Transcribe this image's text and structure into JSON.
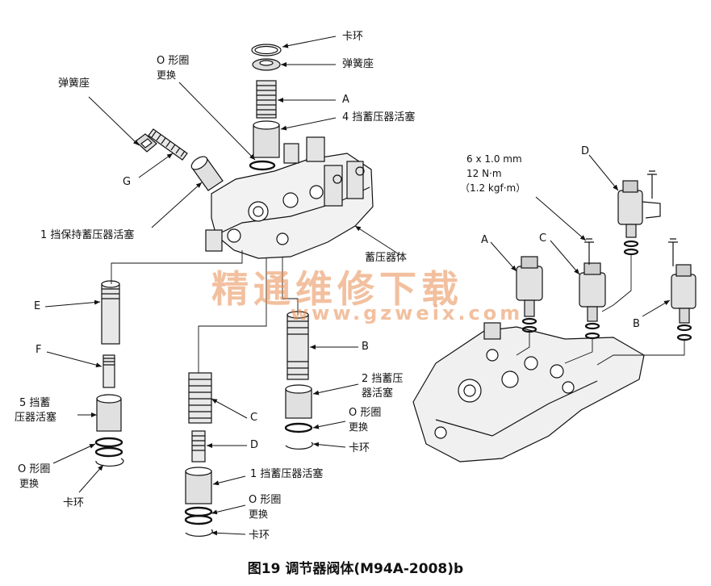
{
  "caption": "图19 调节器阀体(M94A-2008)b",
  "watermark": {
    "text": "精通维修下载",
    "url": "www.gzweix.com"
  },
  "labels": {
    "snap_ring_top": "卡环",
    "spring_seat_top": "弹簧座",
    "o_ring_top": "O 形圈",
    "o_ring_top_note": "更换",
    "a_left": "A",
    "accum4_piston": "4 挡蓄压器活塞",
    "spring_seat_left": "弹簧座",
    "g": "G",
    "accum1_hold_piston": "1 挡保持蓄压器活塞",
    "accum_body": "蓄压器体",
    "e": "E",
    "f": "F",
    "accum5_piston_line1": "5 挡蓄",
    "accum5_piston_line2": "压器活塞",
    "o_ring_left": "O 形圈",
    "o_ring_left_note": "更换",
    "snap_ring_left": "卡环",
    "c_mid": "C",
    "d_mid": "D",
    "accum1_piston": "1 挡蓄压器活塞",
    "o_ring_mid": "O 形圈",
    "o_ring_mid_note": "更换",
    "snap_ring_mid": "卡环",
    "b_mid": "B",
    "accum2_line1": "2 挡蓄压",
    "accum2_line2": "器活塞",
    "o_ring_b": "O 形圈",
    "o_ring_b_note": "更换",
    "snap_ring_b": "卡环",
    "bolt_spec_1": "6 x 1.0 mm",
    "bolt_spec_2": "12 N·m",
    "bolt_spec_3": "（1.2 kgf·m）",
    "a_right": "A",
    "c_right": "C",
    "d_right": "D",
    "b_right": "B"
  }
}
